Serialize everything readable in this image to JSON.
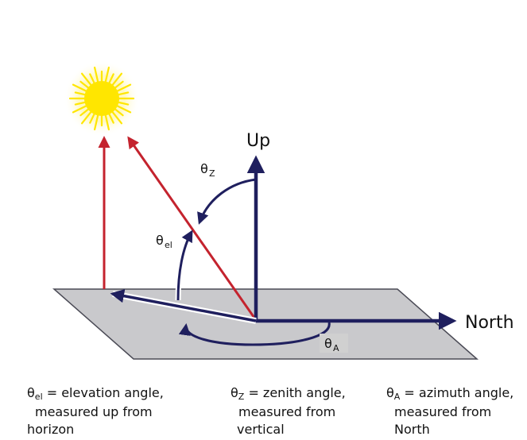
{
  "labels": {
    "up": "Up",
    "north": "North",
    "theta_symbol": "θ",
    "zenith_sub": "Z",
    "elevation_sub": "el",
    "azimuth_sub": "A"
  },
  "captions": {
    "elevation": {
      "symbol": "θ",
      "sub": "el",
      "line1": "= elevation angle,",
      "line2": "measured up from",
      "line3": "horizon"
    },
    "zenith": {
      "symbol": "θ",
      "sub": "Z",
      "line1": "= zenith angle,",
      "line2": "measured from",
      "line3": "vertical"
    },
    "azimuth": {
      "symbol": "θ",
      "sub": "A",
      "line1": "= azimuth angle,",
      "line2": "measured from",
      "line3": "North"
    }
  },
  "colors": {
    "plane_fill": "#c9c9cc",
    "plane_stroke": "#4a4a55",
    "vector_navy": "#1f1f5e",
    "ray_red": "#c4232e",
    "sun_core": "#ffe600",
    "sun_glow": "#fff7b0",
    "azimuth_label_bg": "#d0d0d0"
  }
}
